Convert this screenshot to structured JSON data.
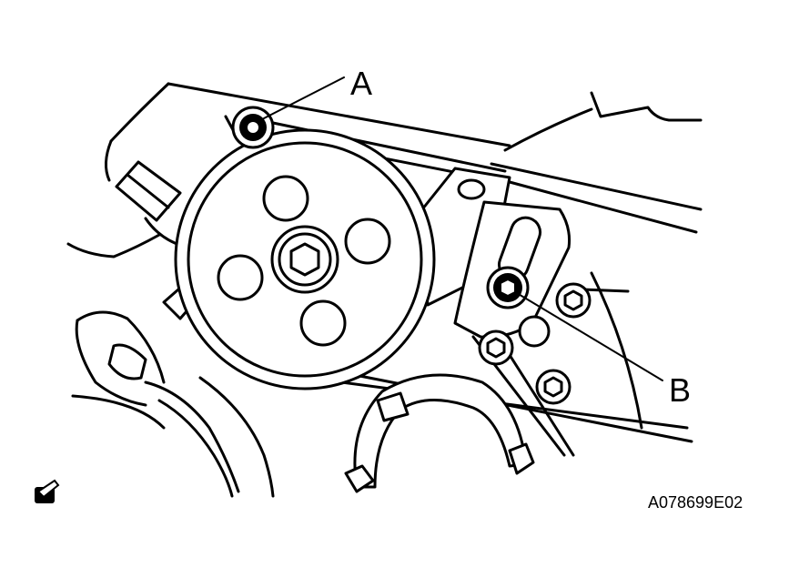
{
  "callouts": [
    {
      "label": "A"
    },
    {
      "label": "B"
    }
  ],
  "figure_code": "A078699E02",
  "icons": {
    "corner": "tool-wrench-icon"
  }
}
